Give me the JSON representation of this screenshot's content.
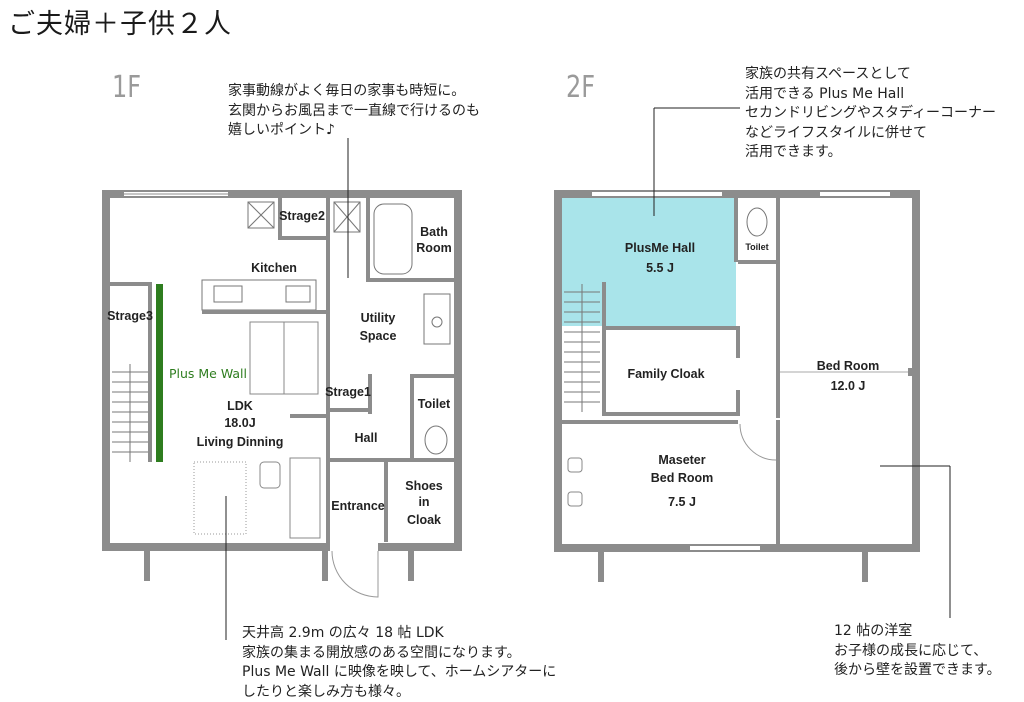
{
  "title": "ご夫婦＋子供２人",
  "floor1": {
    "label": "1F",
    "note_top": [
      "家事動線がよく毎日の家事も時短に。",
      "玄関からお風呂まで一直線で行けるのも",
      "嬉しいポイント♪"
    ],
    "note_bottom": [
      "天井高 2.9m の広々 18 帖 LDK",
      "家族の集まる開放感のある空間になります。",
      "Plus Me Wall に映像を映して、ホームシアターに",
      "したりと楽しみ方も様々。"
    ],
    "rooms": {
      "strage2": "Strage2",
      "bath_1": "Bath",
      "bath_2": "Room",
      "kitchen": "Kitchen",
      "strage3": "Strage3",
      "utility_1": "Utility",
      "utility_2": "Space",
      "plus_me_wall": "Plus Me Wall",
      "strage1": "Strage1",
      "toilet": "Toilet",
      "ldk_1": "LDK",
      "ldk_2": "18.0J",
      "ldk_3": "Living Dinning",
      "hall": "Hall",
      "entrance": "Entrance",
      "shoes_1": "Shoes",
      "shoes_2": "in",
      "shoes_3": "Cloak"
    }
  },
  "floor2": {
    "label": "2F",
    "note_top": [
      "家族の共有スペースとして",
      "活用できる Plus Me Hall",
      "セカンドリビングやスタディーコーナー",
      "などライフスタイルに併せて",
      "活用できます。"
    ],
    "note_bottom": [
      "12 帖の洋室",
      "お子様の成長に応じて、",
      "後から壁を設置できます。"
    ],
    "rooms": {
      "plusme_hall": "PlusMe Hall",
      "plusme_size": "5.5 J",
      "toilet": "Toilet",
      "family_cloak": "Family Cloak",
      "bed_room": "Bed Room",
      "bed_size": "12.0 J",
      "master_1": "Maseter",
      "master_2": "Bed Room",
      "master_size": "7.5 J"
    }
  },
  "colors": {
    "wall": "#8c8c8c",
    "hall_fill": "#a9e4ea",
    "plus_me_wall": "#2e7d1f",
    "label_gray": "#9a9a9a"
  }
}
